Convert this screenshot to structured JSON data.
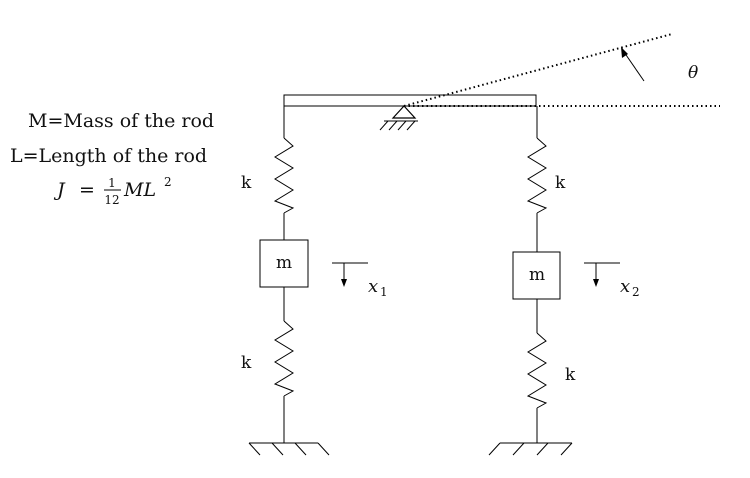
{
  "definitions": {
    "mass_line": "M=Mass of the rod",
    "length_line": "L=Length of the rod",
    "inertia": {
      "lhs": "J",
      "eq": "=",
      "frac_num": "1",
      "frac_den": "12",
      "rhs_ML": "ML",
      "rhs_exp": "2"
    }
  },
  "angle_label": "θ",
  "left_column": {
    "top_spring": "k",
    "mass": "m",
    "disp_sym": "x",
    "disp_sub": "1",
    "bottom_spring": "k"
  },
  "right_column": {
    "top_spring": "k",
    "mass": "m",
    "disp_sym": "x",
    "disp_sub": "2",
    "bottom_spring": "k"
  }
}
